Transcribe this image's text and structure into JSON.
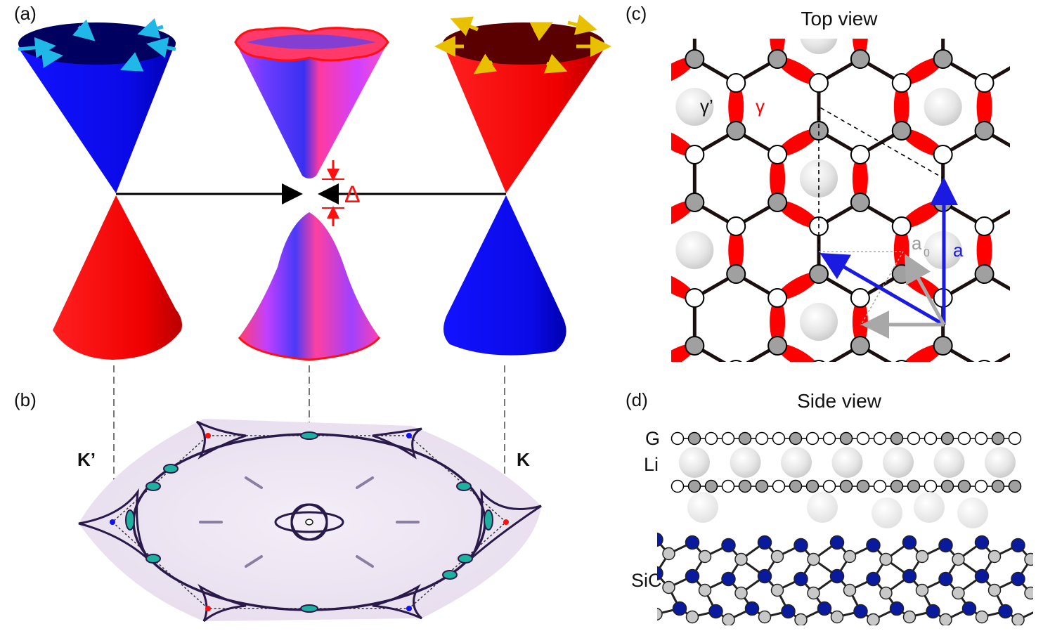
{
  "figure": {
    "panels": {
      "a": {
        "label": "(a)",
        "gap_symbol": "Δ"
      },
      "b": {
        "label": "(b)",
        "k_prime": "K’",
        "k": "K"
      },
      "c": {
        "label": "(c)",
        "title": "Top view",
        "gamma_prime": "γ’",
        "gamma": "γ",
        "a0": "a",
        "a0_sub": "0",
        "a": "a"
      },
      "d": {
        "label": "(d)",
        "title": "Side view",
        "layer_g": "G",
        "layer_li": "Li",
        "layer_sic": "SiC"
      }
    },
    "colors": {
      "red": "#ff1010",
      "blue": "#1010f0",
      "purple": "#b040ff",
      "cyan_arrow": "#20b8e8",
      "yellow_arrow": "#e8c000",
      "bond_red": "#ff0000",
      "carbon_grey": "#a0a0a0",
      "lithium": "#e8e8e8",
      "sic_blue": "#0a1a9c",
      "lattice_blue": "#1a1ae0",
      "lattice_grey": "#a8a8a8",
      "fermi_contour": "#2a1a4a"
    }
  }
}
